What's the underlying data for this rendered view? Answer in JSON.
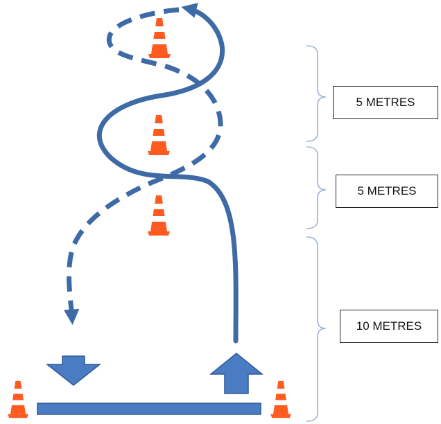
{
  "colors": {
    "path": "#3e6aa5",
    "arrow_fill": "#4a7cc4",
    "arrow_stroke": "#2f5a96",
    "cone_orange": "#ff5a1f",
    "cone_stripe": "#ffffff",
    "brace": "#9bb3cf"
  },
  "icons": [
    "traffic-cone-icon",
    "down-arrow-icon",
    "up-arrow-icon"
  ],
  "distances": [
    {
      "label": "5 METRES"
    },
    {
      "label": "5 METRES"
    },
    {
      "label": "10 METRES"
    }
  ]
}
